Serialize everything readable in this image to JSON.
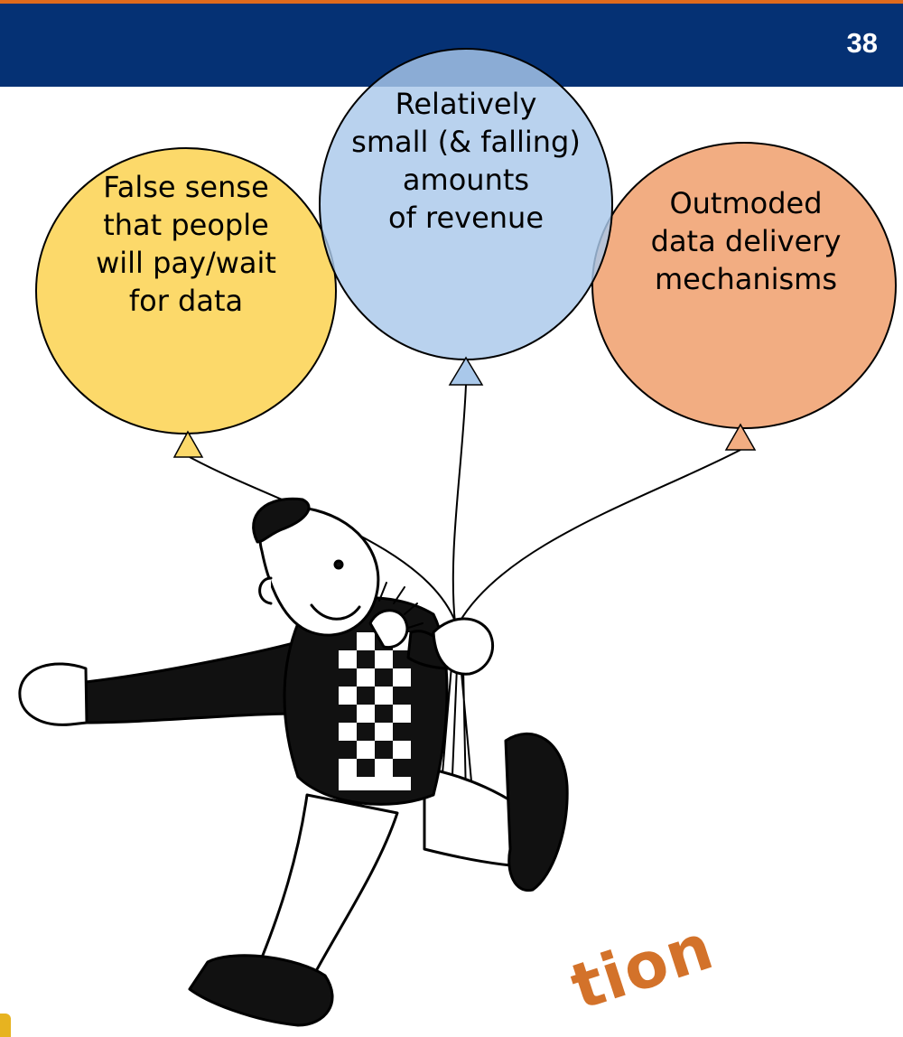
{
  "header": {
    "page_number": "38",
    "bar_color": "#053174",
    "stripe_color": "#e06a1c"
  },
  "balloons": [
    {
      "lines": [
        "False sense",
        "that people",
        "will pay/wait",
        "for data"
      ],
      "color": "#fcd96a"
    },
    {
      "lines": [
        "Relatively",
        "small (& falling)",
        "amounts",
        "of revenue"
      ],
      "color": "#a9c8ea"
    },
    {
      "lines": [
        "Outmoded",
        "data delivery",
        "mechanisms"
      ],
      "color": "#f2ad82"
    }
  ],
  "footer": {
    "word_fragment": "tion",
    "word_color": "#d3722a"
  }
}
